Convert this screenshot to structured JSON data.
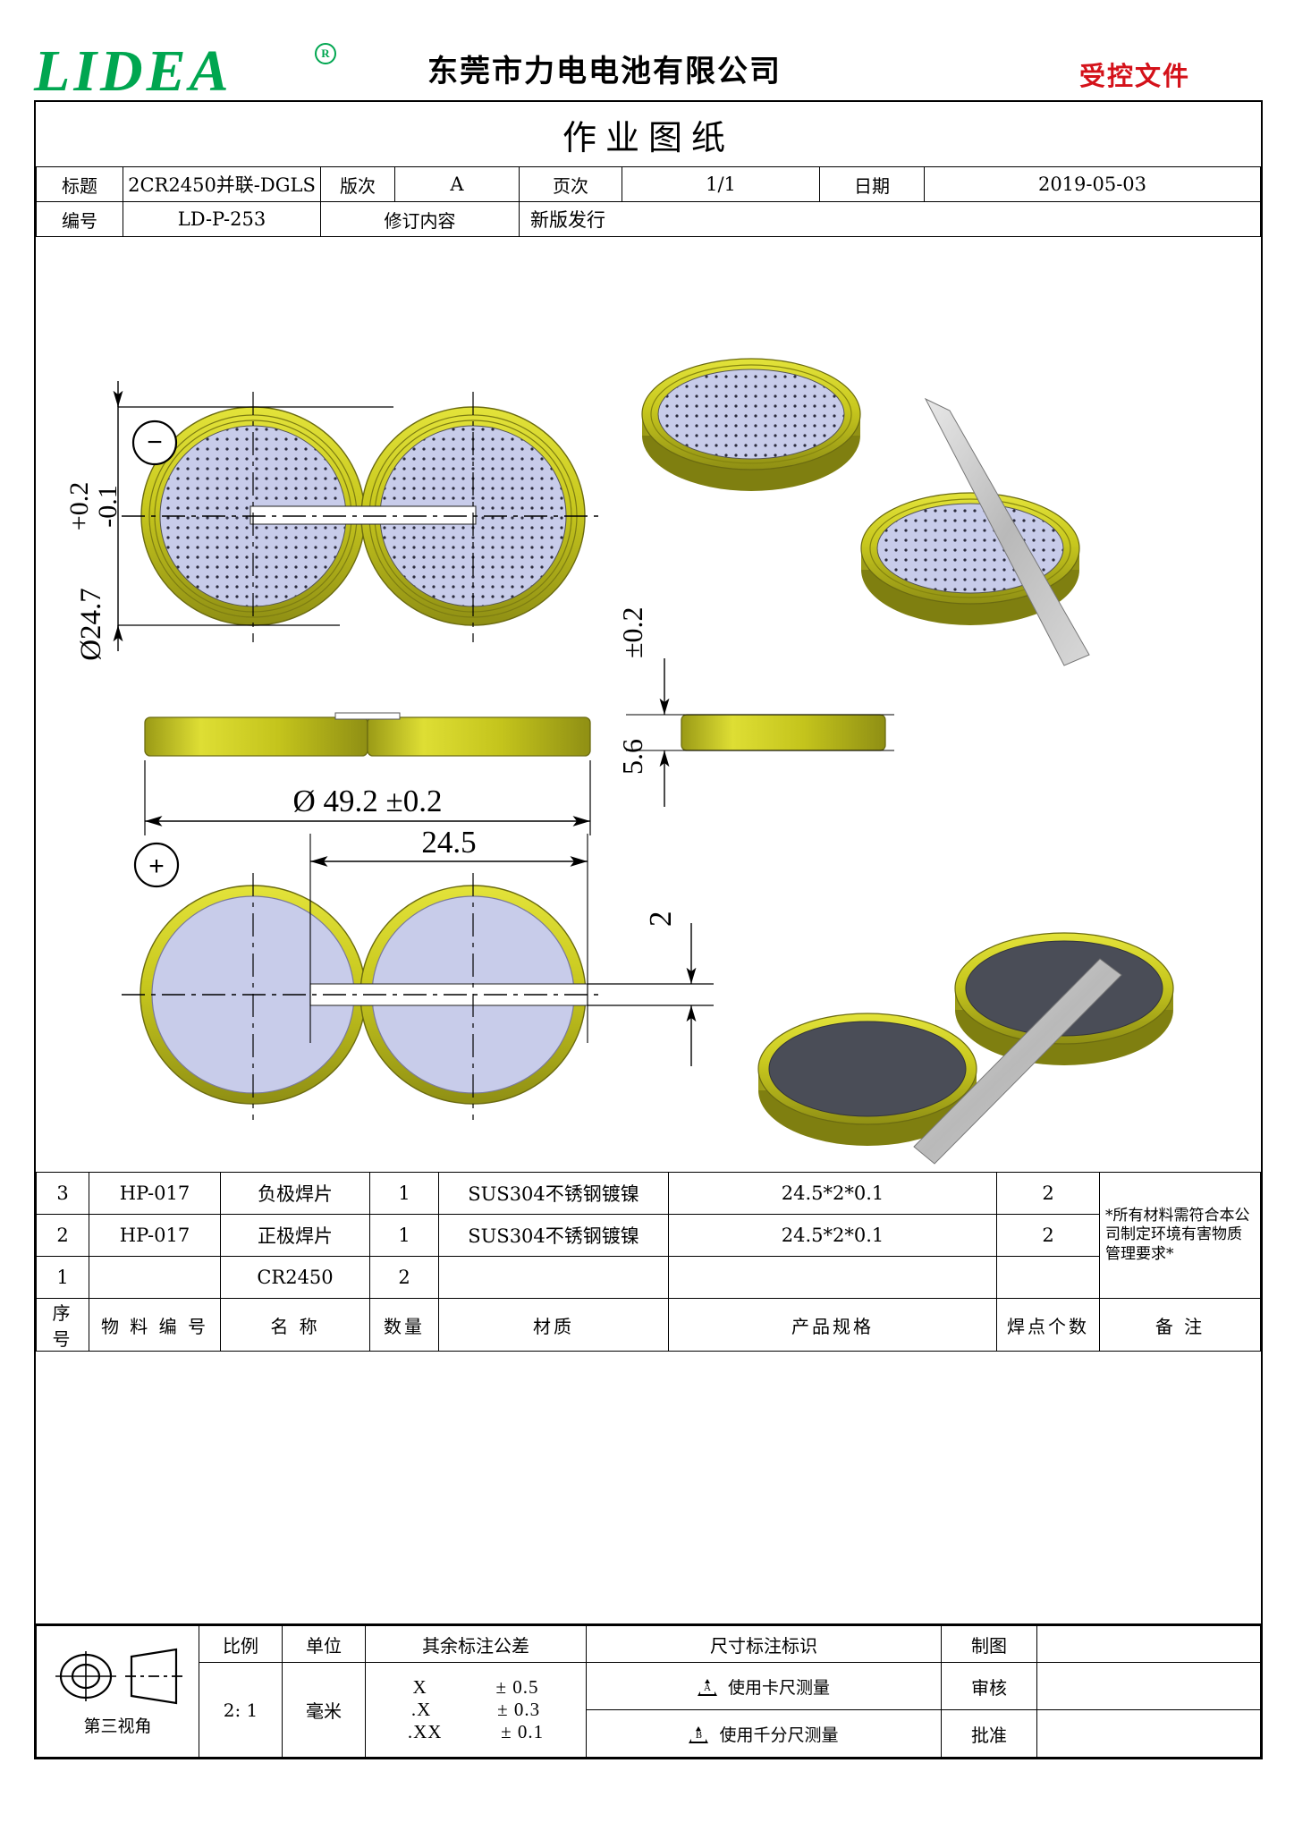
{
  "header": {
    "logo_text": "LIDEA",
    "logo_trademark": "R",
    "company_name": "东莞市力电电池有限公司",
    "controlled_stamp": "受控文件"
  },
  "title_block": {
    "drawing_title": "作业图纸",
    "row1": [
      {
        "label": "标题",
        "value": "2CR2450并联-DGLS"
      },
      {
        "label": "版次",
        "value": "A"
      },
      {
        "label": "页次",
        "value": "1/1"
      },
      {
        "label": "日期",
        "value": "2019-05-03"
      }
    ],
    "row2": [
      {
        "label": "编号",
        "value": "LD-P-253"
      },
      {
        "label": "修订内容",
        "value": "新版发行"
      }
    ]
  },
  "drawing": {
    "views": {
      "top_front": "negative-terminal-top-view",
      "top_iso": "negative-terminal-isometric-view",
      "side": "side-elevation-view",
      "side_thickness": "thickness-side-view",
      "bottom_front": "positive-terminal-top-view",
      "bottom_iso": "positive-terminal-isometric-view"
    },
    "dimensions": {
      "diameter_cell": "Ø24.7",
      "diameter_cell_tol_upper": "+0.2",
      "diameter_cell_tol_lower": "-0.1",
      "overall_width": "Ø 49.2  ±0.2",
      "thickness": "5.6",
      "thickness_tol": "±0.2",
      "tab_length": "24.5",
      "tab_width": "2"
    },
    "polarity": {
      "negative": "−",
      "positive": "+"
    }
  },
  "bom": {
    "headers": [
      "序 号",
      "物 料 编 号",
      "名    称",
      "数量",
      "材质",
      "产品规格",
      "焊点个数",
      "备  注"
    ],
    "rows": [
      {
        "no": "3",
        "part": "HP-017",
        "name": "负极焊片",
        "qty": "1",
        "material": "SUS304不锈钢镀镍",
        "spec": "24.5*2*0.1",
        "welds": "2"
      },
      {
        "no": "2",
        "part": "HP-017",
        "name": "正极焊片",
        "qty": "1",
        "material": "SUS304不锈钢镀镍",
        "spec": "24.5*2*0.1",
        "welds": "2"
      },
      {
        "no": "1",
        "part": "",
        "name": "CR2450",
        "qty": "2",
        "material": "",
        "spec": "",
        "welds": ""
      }
    ],
    "remark": "*所有材料需符合本公司制定环境有害物质管理要求*"
  },
  "legend": {
    "projection_label": "第三视角",
    "scale_label": "比例",
    "scale_value": "2: 1",
    "unit_label": "单位",
    "unit_value": "毫米",
    "tolerance_header": "其余标注公差",
    "tolerances": [
      {
        "key": "X",
        "val": "± 0.5"
      },
      {
        "key": ".X",
        "val": "± 0.3"
      },
      {
        "key": ".XX",
        "val": "± 0.1"
      }
    ],
    "measure_header": "尺寸标注标识",
    "measures": [
      {
        "mark": "A",
        "text": "使用卡尺测量"
      },
      {
        "mark": "B",
        "text": "使用千分尺测量"
      }
    ],
    "approvals": [
      {
        "label": "制图",
        "value": ""
      },
      {
        "label": "审核",
        "value": ""
      },
      {
        "label": "批准",
        "value": ""
      }
    ]
  },
  "colors": {
    "logo_green": "#00a650",
    "stamp_red": "#d4121a",
    "can_yellow": "#c8c81e",
    "cap_lavender": "#c8ccea",
    "cap_dark": "#4a4d57",
    "tab_grey": "#b9b9b9"
  }
}
